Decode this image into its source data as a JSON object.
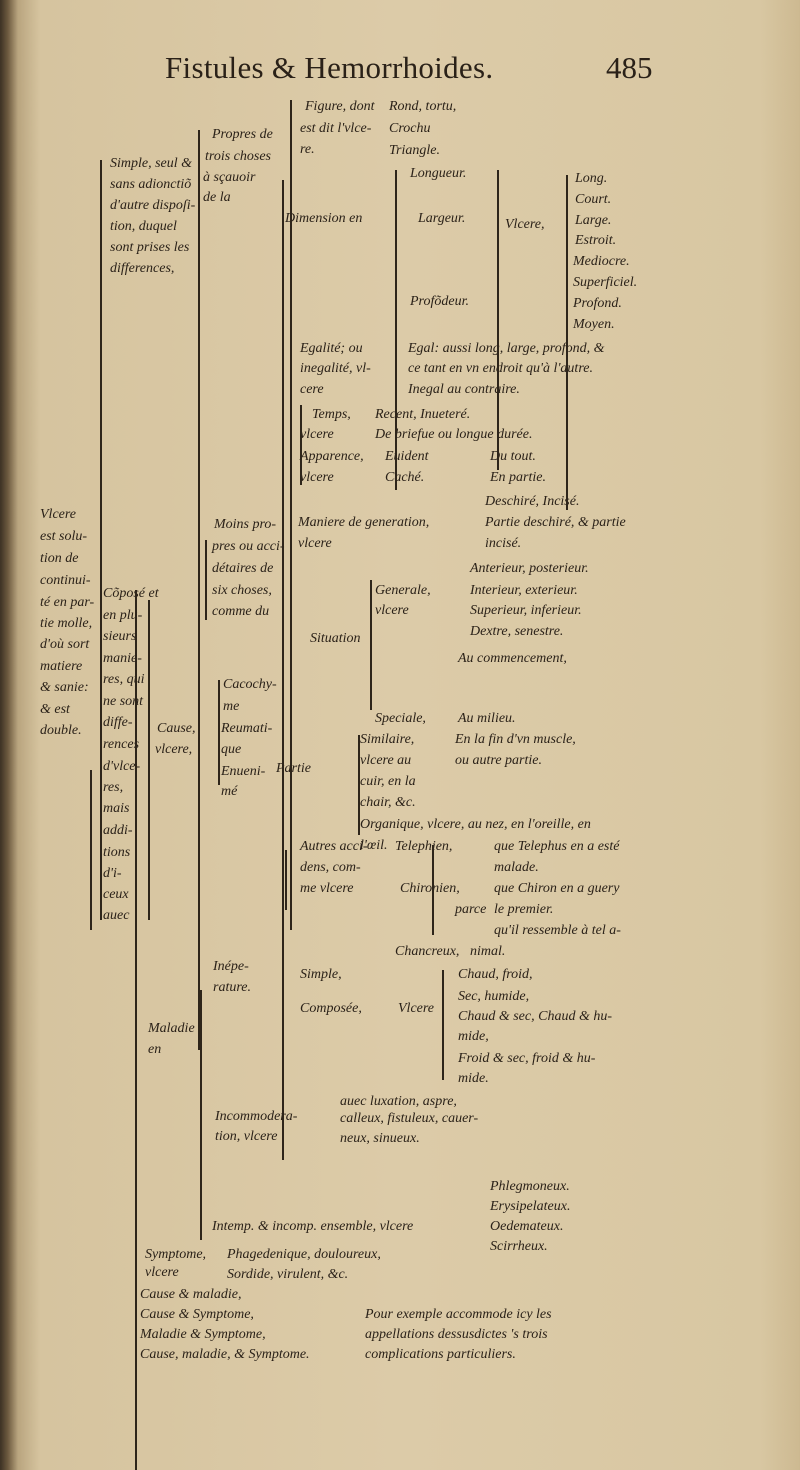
{
  "page": {
    "title": "Fistules & Hemorrhoides.",
    "page_number": "485"
  },
  "text": [
    "Vlcere",
    "est solu-",
    "tion de",
    "continui-",
    "té en par-",
    "tie molle,",
    "d'où sort",
    "matiere",
    "& sanie:",
    "& est",
    "double.",
    "Simple, seul &",
    "sans adionctiõ",
    "d'autre dispoſi-",
    "tion, duquel",
    "sont prises les",
    "differences,",
    "Cõposé et",
    "en plu-",
    "sieurs",
    "manie-",
    "res, qui",
    "ne sont",
    "diffe-",
    "rences",
    "d'vlce-",
    "res,",
    "mais",
    "addi-",
    "tions",
    "d'i-",
    "ceux",
    "auec",
    "Propres de",
    "trois choses",
    "à sçauoir",
    "de la",
    "Moins pro-",
    "pres ou acci-",
    "détaires de",
    "six choses,",
    "comme du",
    "Cause,",
    "vlcere,",
    "Cacochy-",
    "me",
    "Reumati-",
    "que",
    "Enueni-",
    "mé",
    "Maladie",
    "en",
    "Symptome,",
    "vlcere",
    "Figure, dont",
    "est dit l'vlce-",
    "re.",
    "Dimension en",
    "Egalité; ou",
    "inegalité, vl-",
    "cere",
    "Temps,",
    "vlcere",
    "Apparence,",
    "vlcere",
    "Maniere de generation,",
    "vlcere",
    "Situation",
    "Partie",
    "Autres acci-",
    "dens, com-",
    "me vlcere",
    "Rond, tortu,",
    "Crochu",
    "Triangle.",
    "Longueur.",
    "Largeur.",
    "Profõdeur.",
    "Vlcere,",
    "Long.",
    "Court.",
    "Large.",
    "Estroit.",
    "Mediocre.",
    "Superficiel.",
    "Profond.",
    "Moyen.",
    "Egal: aussi long, large, profond, &",
    "ce tant en vn endroit qu'à l'autre.",
    "Inegal au contraire.",
    "Recent, Inueteré.",
    "De briefue ou longue durée.",
    "Euident",
    "Caché.",
    "Du tout.",
    "En partie.",
    "Deschiré, Incisé.",
    "Partie deschiré, & partie",
    "incisé.",
    "Anterieur, posterieur.",
    "Generale,",
    "Interieur, exterieur.",
    "vlcere",
    "Superieur, inferieur.",
    "Dextre, senestre.",
    "Au commencement,",
    "Speciale,",
    "Au milieu.",
    "Similaire,",
    "En la fin d'vn muscle,",
    "vlcere au",
    "ou autre partie.",
    "cuir, en la",
    "chair, &c.",
    "Organique, vlcere, au nez, en l'oreille, en",
    "l'œil.",
    "Telephien,",
    "que Telephus en a esté",
    "malade.",
    "Chironien,",
    "que Chiron en a guery",
    "parce",
    "le premier.",
    "qu'il ressemble à tel a-",
    "Chancreux,",
    "nimal.",
    "Inépe-",
    "rature.",
    "Simple,",
    "Composée,",
    "Vlcere",
    "Chaud, froid,",
    "Sec, humide,",
    "Chaud & sec, Chaud & hu-",
    "mide,",
    "Froid & sec, froid & hu-",
    "mide.",
    "auec luxation, aspre,",
    "Incommodera-",
    "calleux, fistuleux, cauer-",
    "tion, vlcere",
    "neux, sinueux.",
    "Phlegmoneux.",
    "Erysipelateux.",
    "Oedemateux.",
    "Scirrheux.",
    "Intemp. & incomp. ensemble, vlcere",
    "Phagedenique, douloureux,",
    "Sordide, virulent, &c.",
    "Cause & maladie,",
    "Cause & Symptome,",
    "Maladie & Symptome,",
    "Cause, maladie, & Symptome.",
    "Pour exemple accommode icy les",
    "appellations dessusdictes 's trois",
    "complications particuliers."
  ]
}
